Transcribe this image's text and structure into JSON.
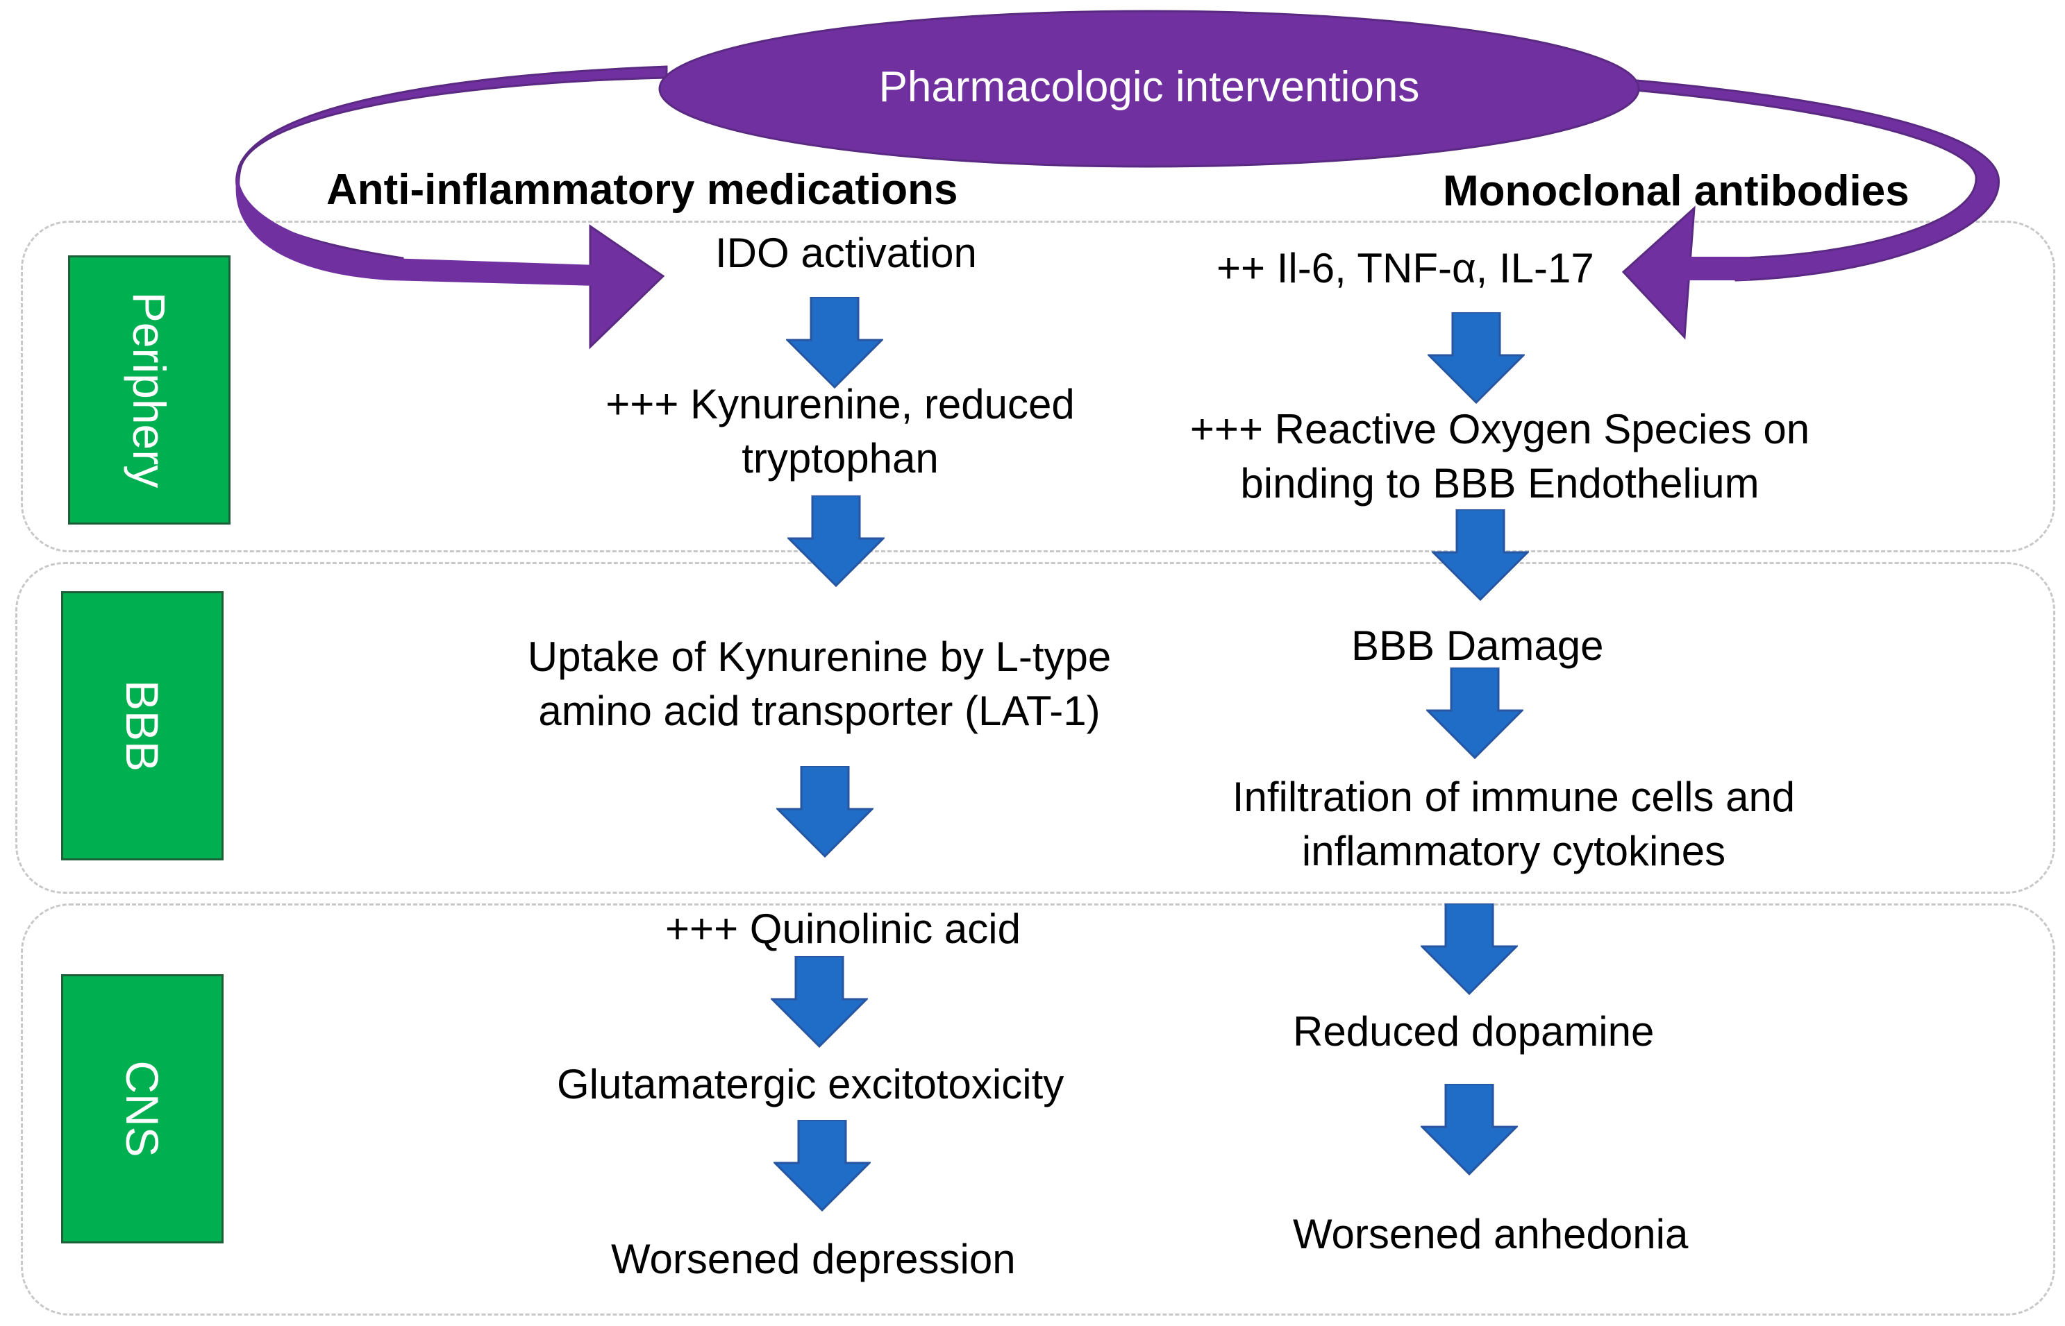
{
  "title": "Pharmacologic interventions",
  "left_header": "Anti-inflammatory medications",
  "right_header": "Monoclonal antibodies",
  "zones": [
    {
      "label": "Periphery"
    },
    {
      "label": "BBB"
    },
    {
      "label": "CNS"
    }
  ],
  "left_chain": {
    "ido": "IDO activation",
    "kyn_l1": "+++ Kynurenine, reduced",
    "kyn_l2": "tryptophan",
    "uptake_l1": "Uptake of Kynurenine by L-type",
    "uptake_l2": "amino acid transporter (LAT-1)",
    "quin": "+++ Quinolinic acid",
    "gluta": "Glutamatergic excitotoxicity",
    "dep": "Worsened depression"
  },
  "right_chain": {
    "cytokines": "++ Il-6, TNF-α, IL-17",
    "ros_l1": "+++ Reactive Oxygen Species on",
    "ros_l2": "binding to BBB Endothelium",
    "bbb_damage": "BBB Damage",
    "infil_l1": "Infiltration of immune cells and",
    "infil_l2": "inflammatory cytokines",
    "dopamine": "Reduced dopamine",
    "anhedonia": "Worsened anhedonia"
  },
  "colors": {
    "purple": "#7030a0",
    "arrow_blue": "#1f6dc6",
    "arrow_stroke": "#2855a0",
    "label_green": "#00b050"
  }
}
